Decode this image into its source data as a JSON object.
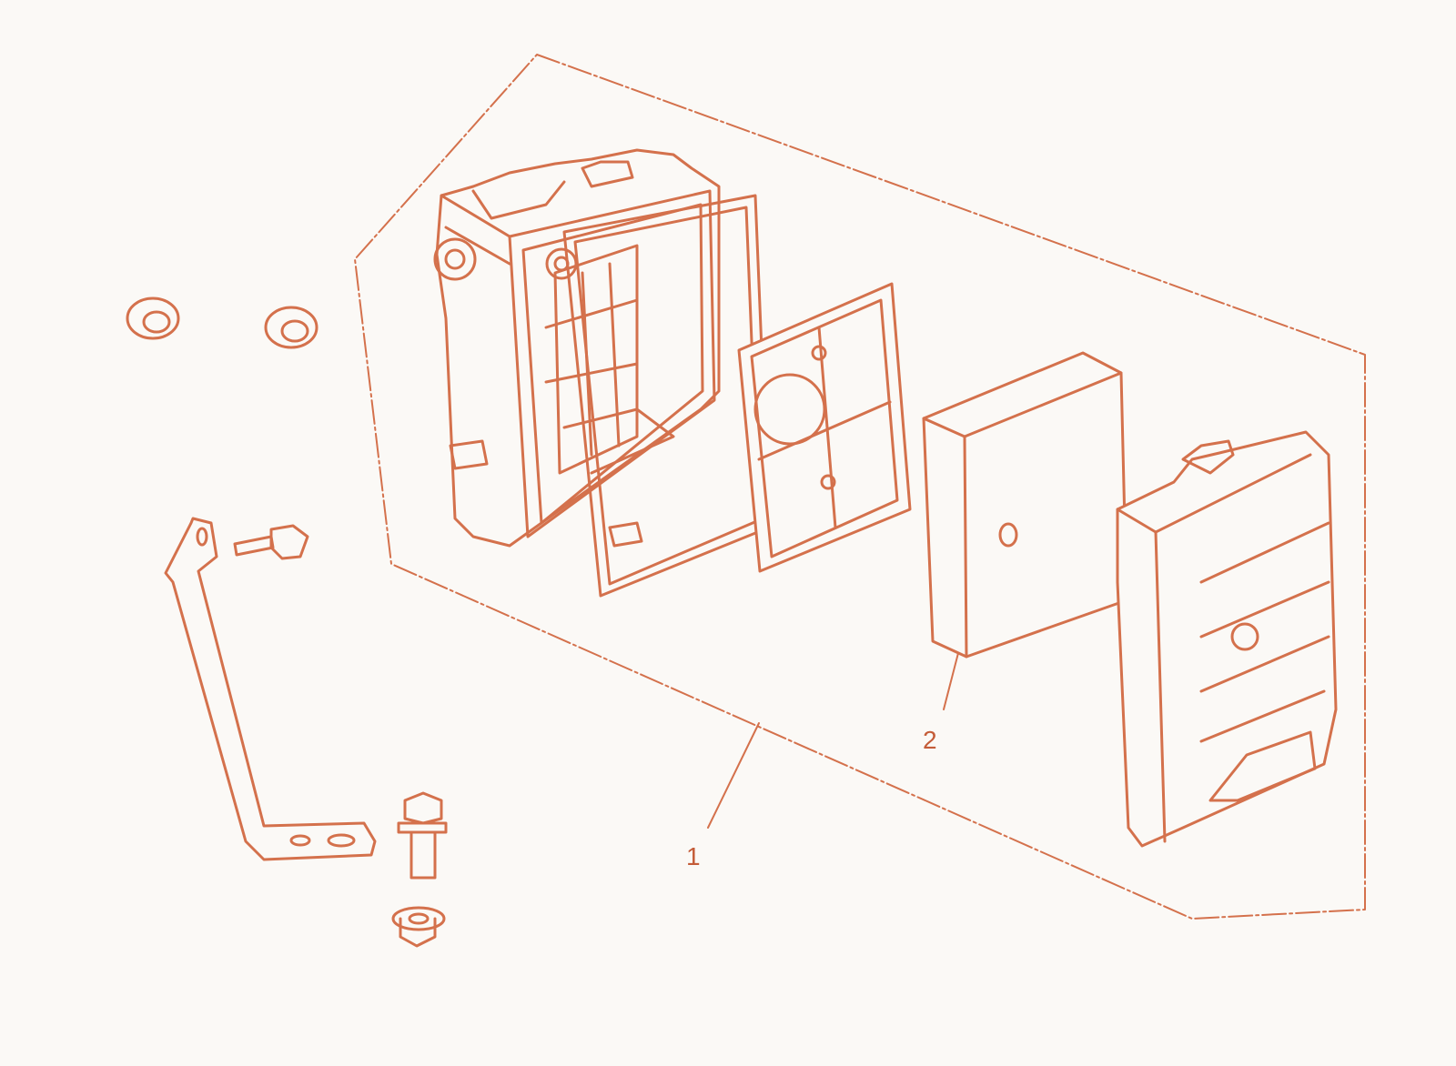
{
  "diagram": {
    "title": "",
    "line_color": "#d4714c",
    "fill_color": "#fbf9f6",
    "callouts": [
      {
        "label": "1",
        "part": "air-cleaner-assembly"
      },
      {
        "label": "2",
        "part": "air-filter-element"
      }
    ],
    "parts": [
      "air-cleaner-case",
      "case-gasket",
      "element-grid",
      "air-filter-element",
      "air-cleaner-cover",
      "support-bracket",
      "bracket-bolt",
      "flange-bolt",
      "flange-nut",
      "cap-nut-left",
      "cap-nut-right"
    ]
  }
}
